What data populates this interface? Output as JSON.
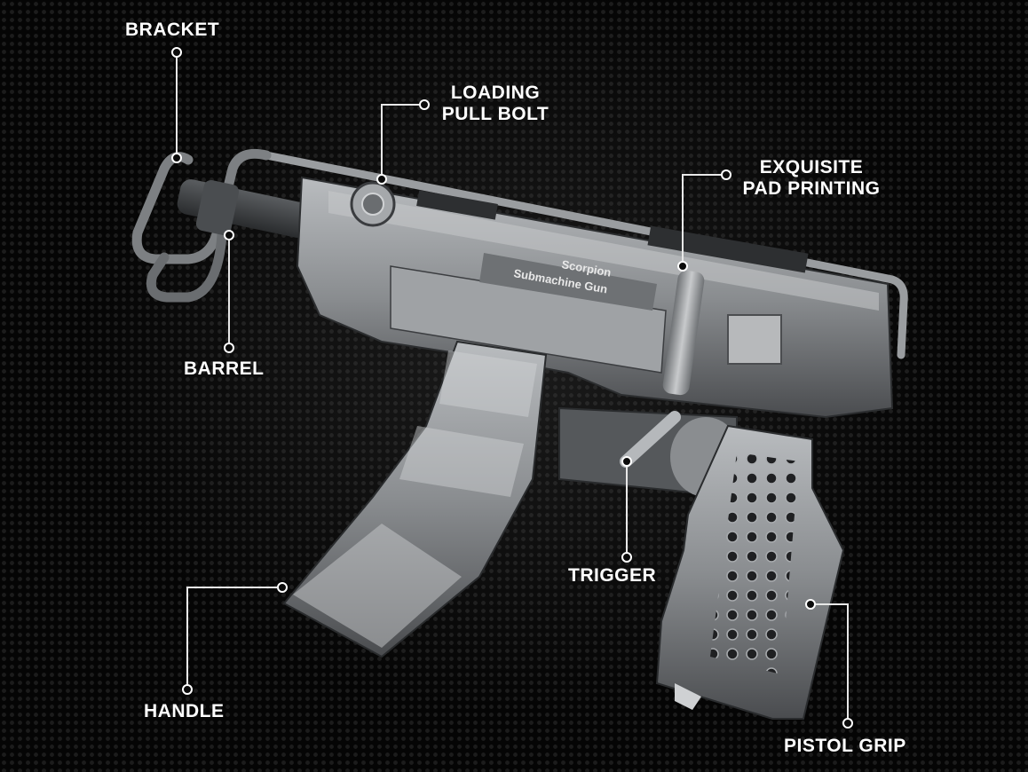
{
  "callouts": {
    "bracket": "BRACKET",
    "loading_pull_bolt_line1": "LOADING",
    "loading_pull_bolt_line2": "PULL BOLT",
    "exquisite_line1": "EXQUISITE",
    "exquisite_line2": "PAD PRINTING",
    "barrel": "BARREL",
    "trigger": "TRIGGER",
    "handle": "HANDLE",
    "pistol_grip": "PISTOL GRIP"
  },
  "product_print": {
    "line1": "Scorpion",
    "line2": "Submachine Gun"
  },
  "colors": {
    "background": "#050505",
    "callout_text": "#ffffff",
    "callout_line": "#e8e8e8",
    "model_body": "#8a8d90",
    "model_dark": "#3a3c3f"
  }
}
